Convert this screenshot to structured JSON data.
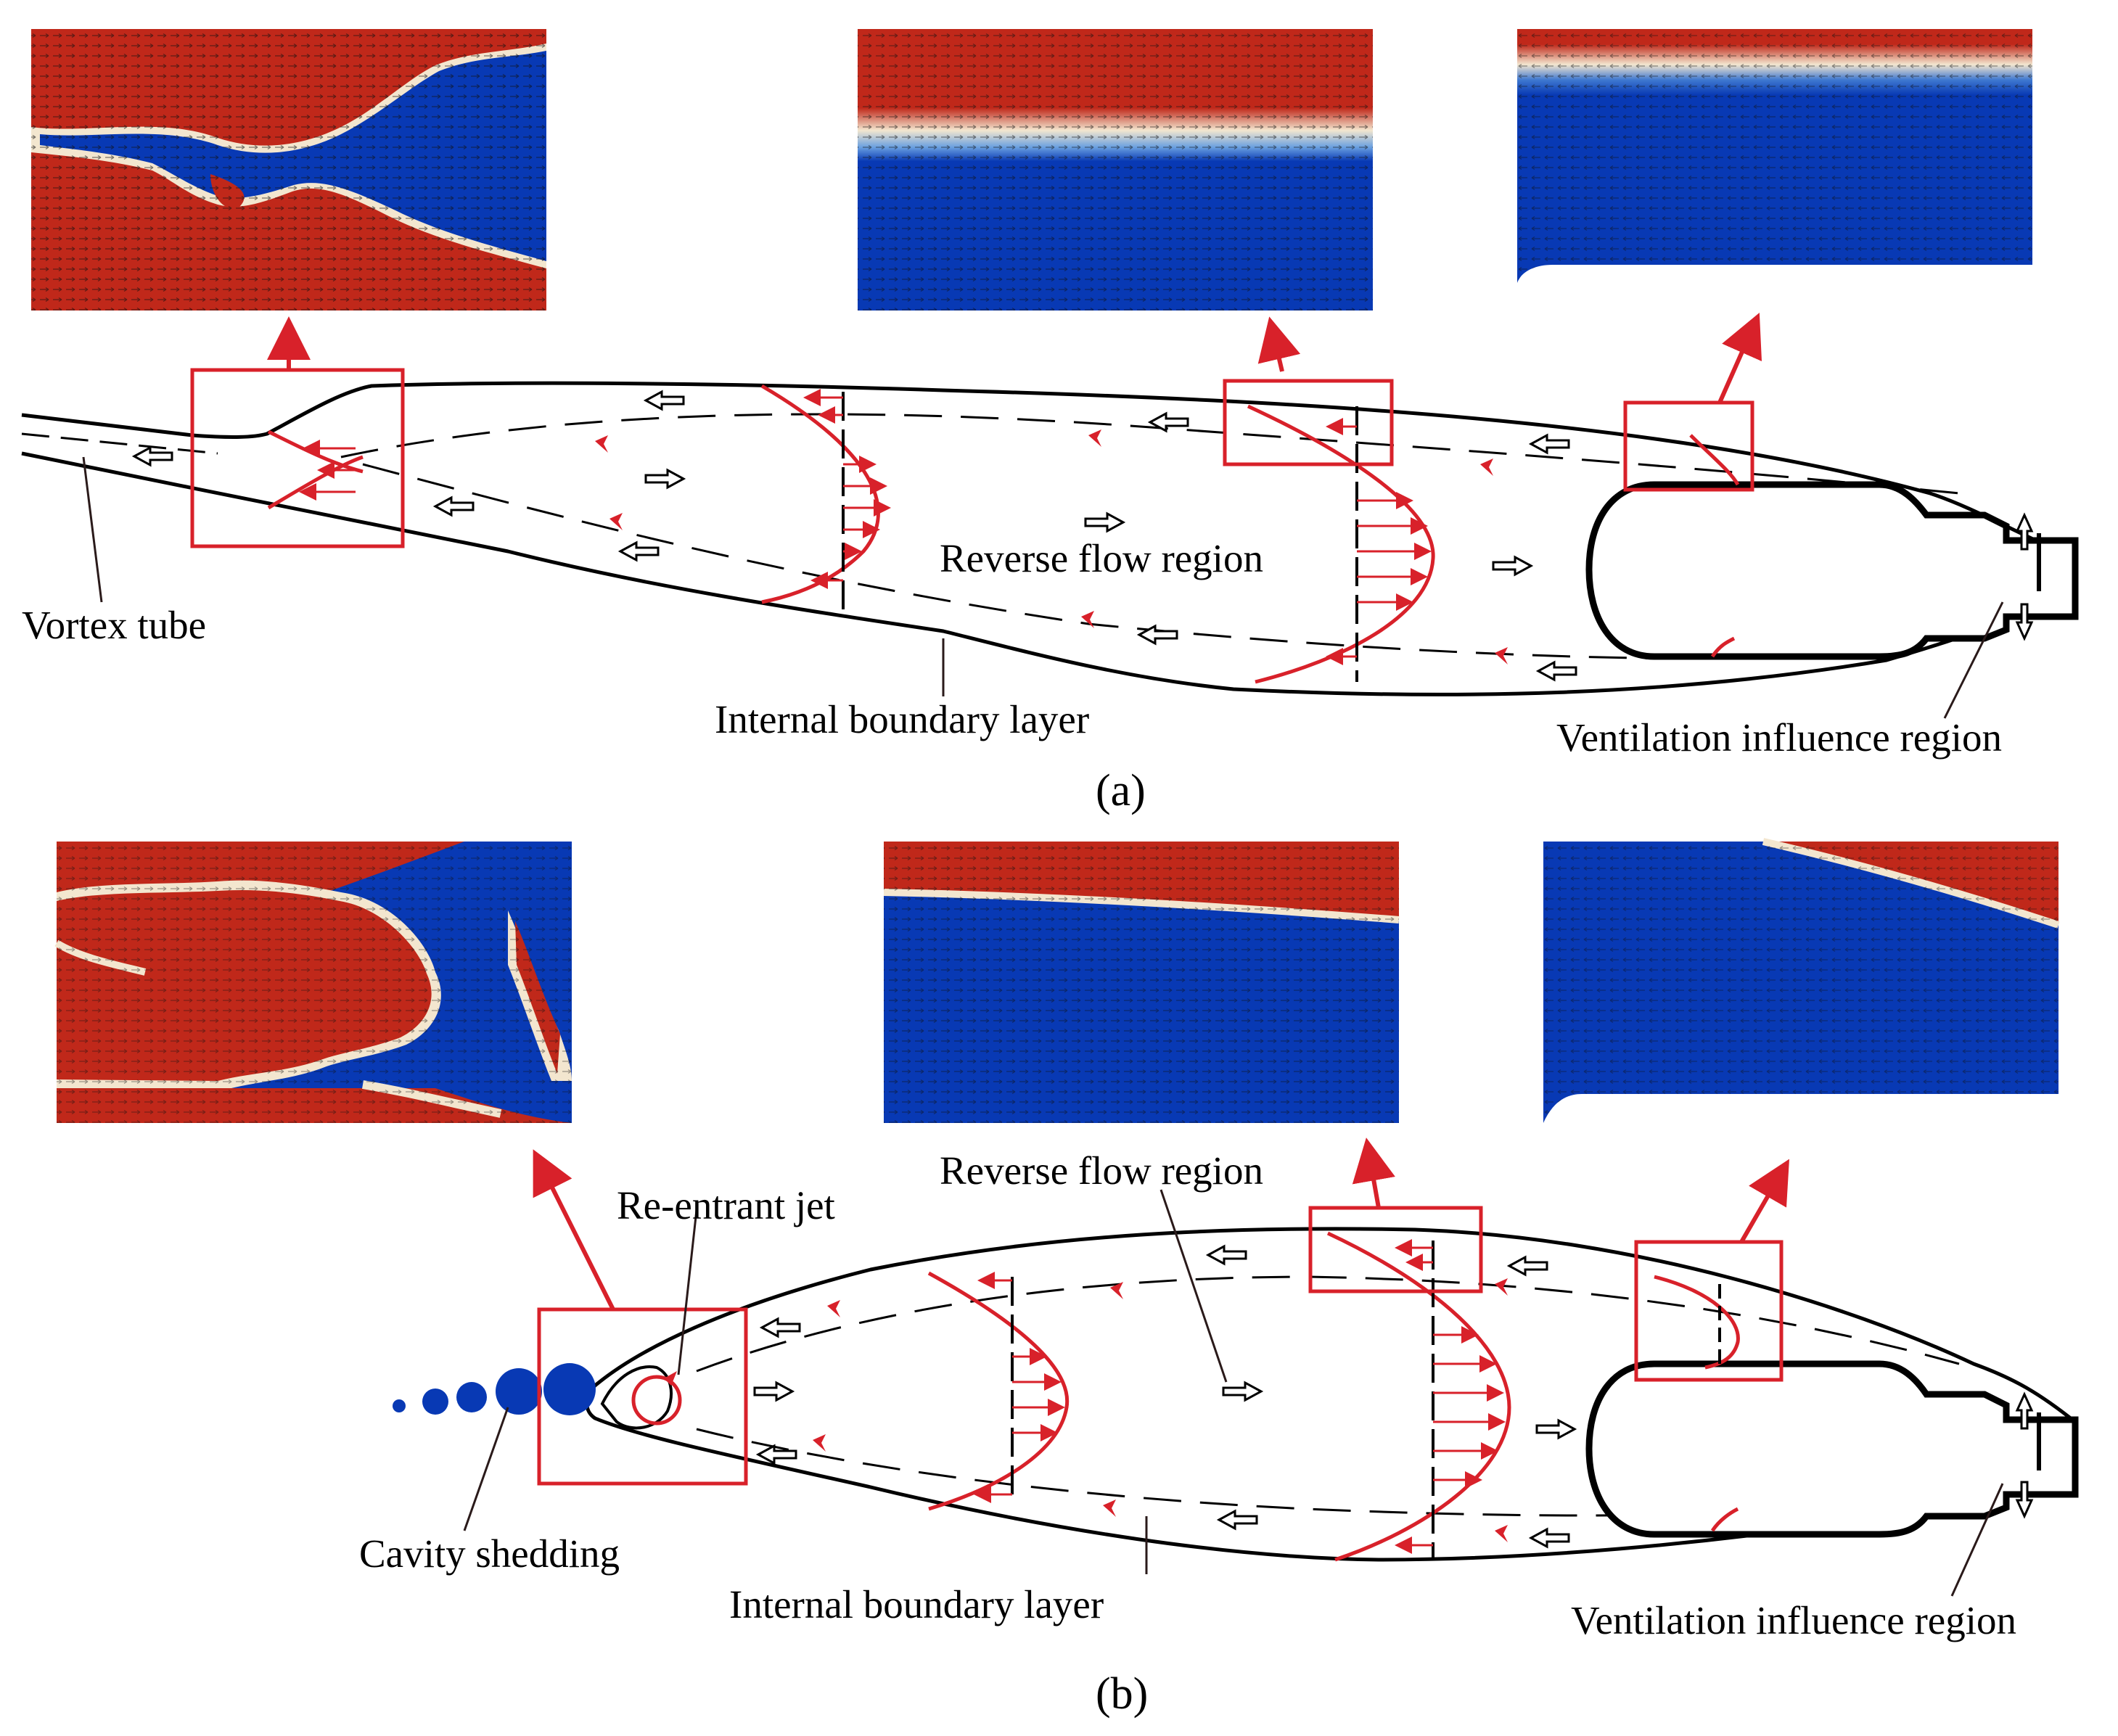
{
  "panel_a": {
    "caption": "(a)",
    "labels": {
      "vortex_tube": "Vortex tube",
      "reverse_flow": "Reverse flow region",
      "internal_bl": "Internal boundary layer",
      "ventilation": "Ventilation influence region"
    }
  },
  "panel_b": {
    "caption": "(b)",
    "labels": {
      "reverse_flow": "Reverse flow region",
      "reentrant_jet": "Re-entrant jet",
      "cavity_shedding": "Cavity shedding",
      "internal_bl": "Internal boundary layer",
      "ventilation": "Ventilation influence region"
    }
  },
  "colors": {
    "vapor": "#c0281a",
    "liquid": "#0839b4",
    "annotation": "#d8212a",
    "outline": "#000000",
    "interface": "#f3e6cf"
  }
}
